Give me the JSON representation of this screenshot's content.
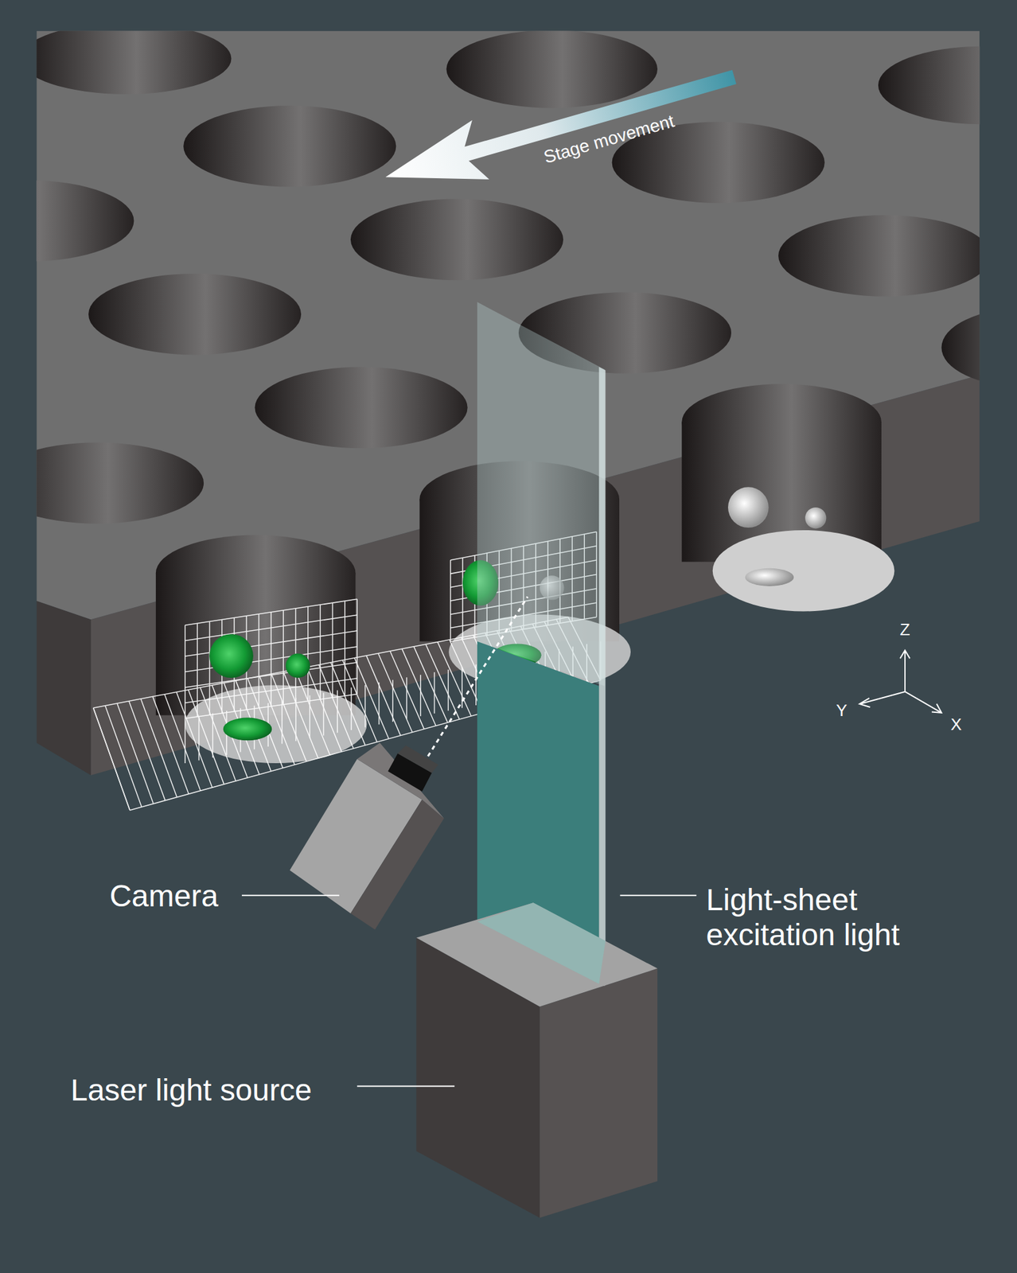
{
  "diagram": {
    "labels": [
      "Stage movement",
      "Camera",
      "Light-sheet excitation light",
      "Laser light source",
      "Z",
      "Y",
      "X"
    ]
  }
}
